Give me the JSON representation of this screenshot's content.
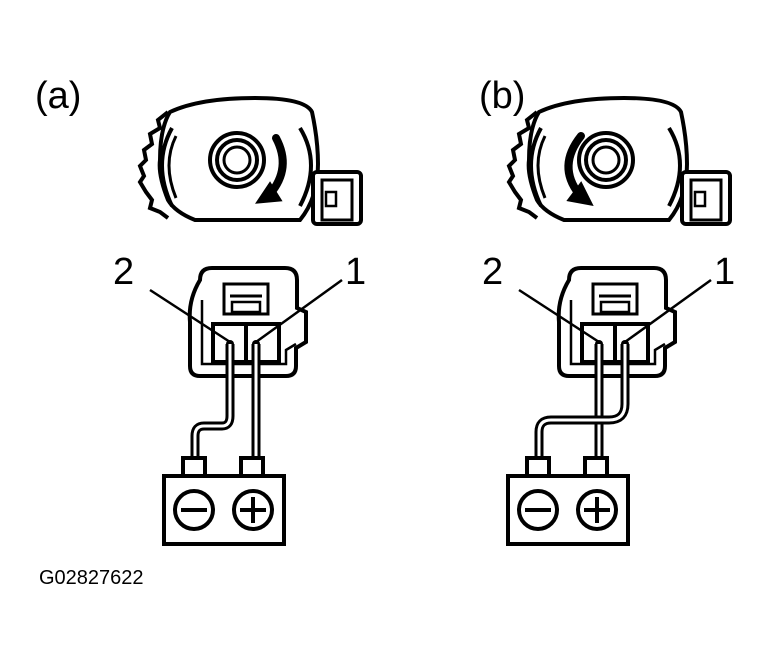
{
  "panels": [
    {
      "label": "(a)",
      "pin_left": "2",
      "pin_right": "1",
      "rotation": "clockwise",
      "battery_neg_symbol": "−",
      "battery_pos_symbol": "+"
    },
    {
      "label": "(b)",
      "pin_left": "2",
      "pin_right": "1",
      "rotation": "counterclockwise",
      "battery_neg_symbol": "−",
      "battery_pos_symbol": "+"
    }
  ],
  "figure_code": "G02827622"
}
